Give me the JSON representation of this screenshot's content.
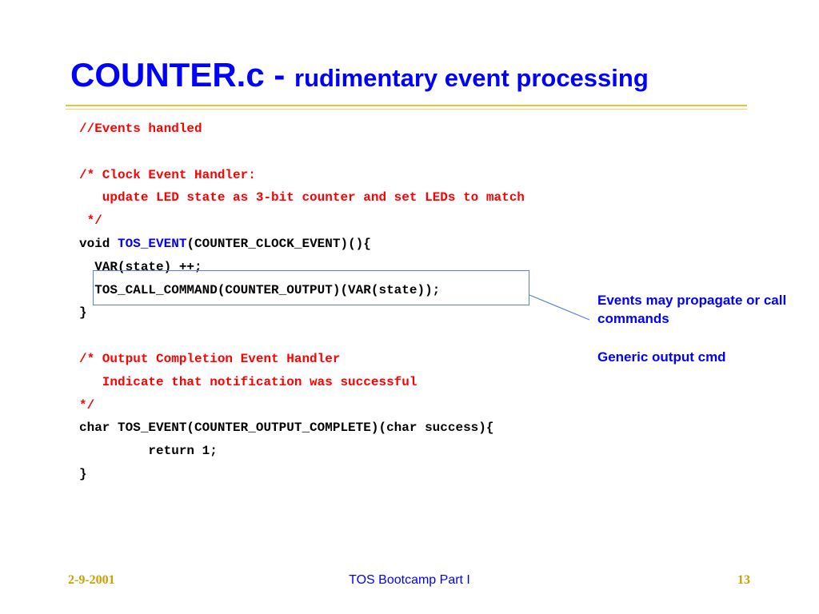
{
  "title": {
    "main": "COUNTER.c - ",
    "sub": "rudimentary event processing"
  },
  "code": {
    "l1": "//Events handled",
    "l2": "",
    "l3": "/* Clock Event Handler:",
    "l4": "   update LED state as 3-bit counter and set LEDs to match",
    "l5": " */",
    "l6_a": "void ",
    "l6_b": "TOS_EVENT",
    "l6_c": "(COUNTER_CLOCK_EVENT)(){",
    "l7": "  VAR(state) ++;",
    "l8": "  TOS_CALL_COMMAND(COUNTER_OUTPUT)(VAR(state));",
    "l9": "}",
    "l10": "",
    "l11": "/* Output Completion Event Handler",
    "l12": "   Indicate that notification was successful",
    "l13": "*/",
    "l14": "char TOS_EVENT(COUNTER_OUTPUT_COMPLETE)(char success){",
    "l15": "         return 1;",
    "l16": "}"
  },
  "notes": {
    "callout": "Events may propagate or call commands",
    "generic": "Generic output cmd"
  },
  "footer": {
    "date": "2-9-2001",
    "center": "TOS Bootcamp Part I",
    "page": "13"
  },
  "colors": {
    "title": "#0000ff",
    "comment": "#ff0000",
    "keyword": "#0000ff",
    "rule": "#e8c23a",
    "footer_accent": "#c8a200"
  }
}
